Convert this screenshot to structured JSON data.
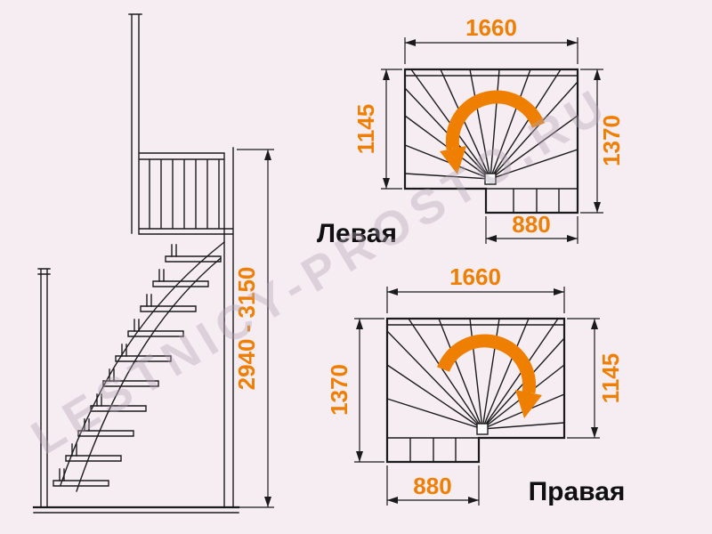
{
  "watermark": {
    "text": "LESTNICY-PROSTO.RU"
  },
  "colors": {
    "accent": "#EF7F00",
    "line": "#1B1B1B",
    "label": "#101010",
    "background": "#F6EDF3",
    "watermark": "#B3A6B4"
  },
  "elevation": {
    "height_range": "2940 - 3150"
  },
  "plan_left": {
    "label": "Левая",
    "dim_top": "1660",
    "dim_left": "1145",
    "dim_right": "1370",
    "dim_bottom": "880"
  },
  "plan_right": {
    "label": "Правая",
    "dim_top": "1660",
    "dim_left": "1370",
    "dim_right": "1145",
    "dim_bottom": "880"
  },
  "icons": {
    "plan_left_rotation": "curved-arrow-ccw",
    "plan_right_rotation": "curved-arrow-cw"
  }
}
